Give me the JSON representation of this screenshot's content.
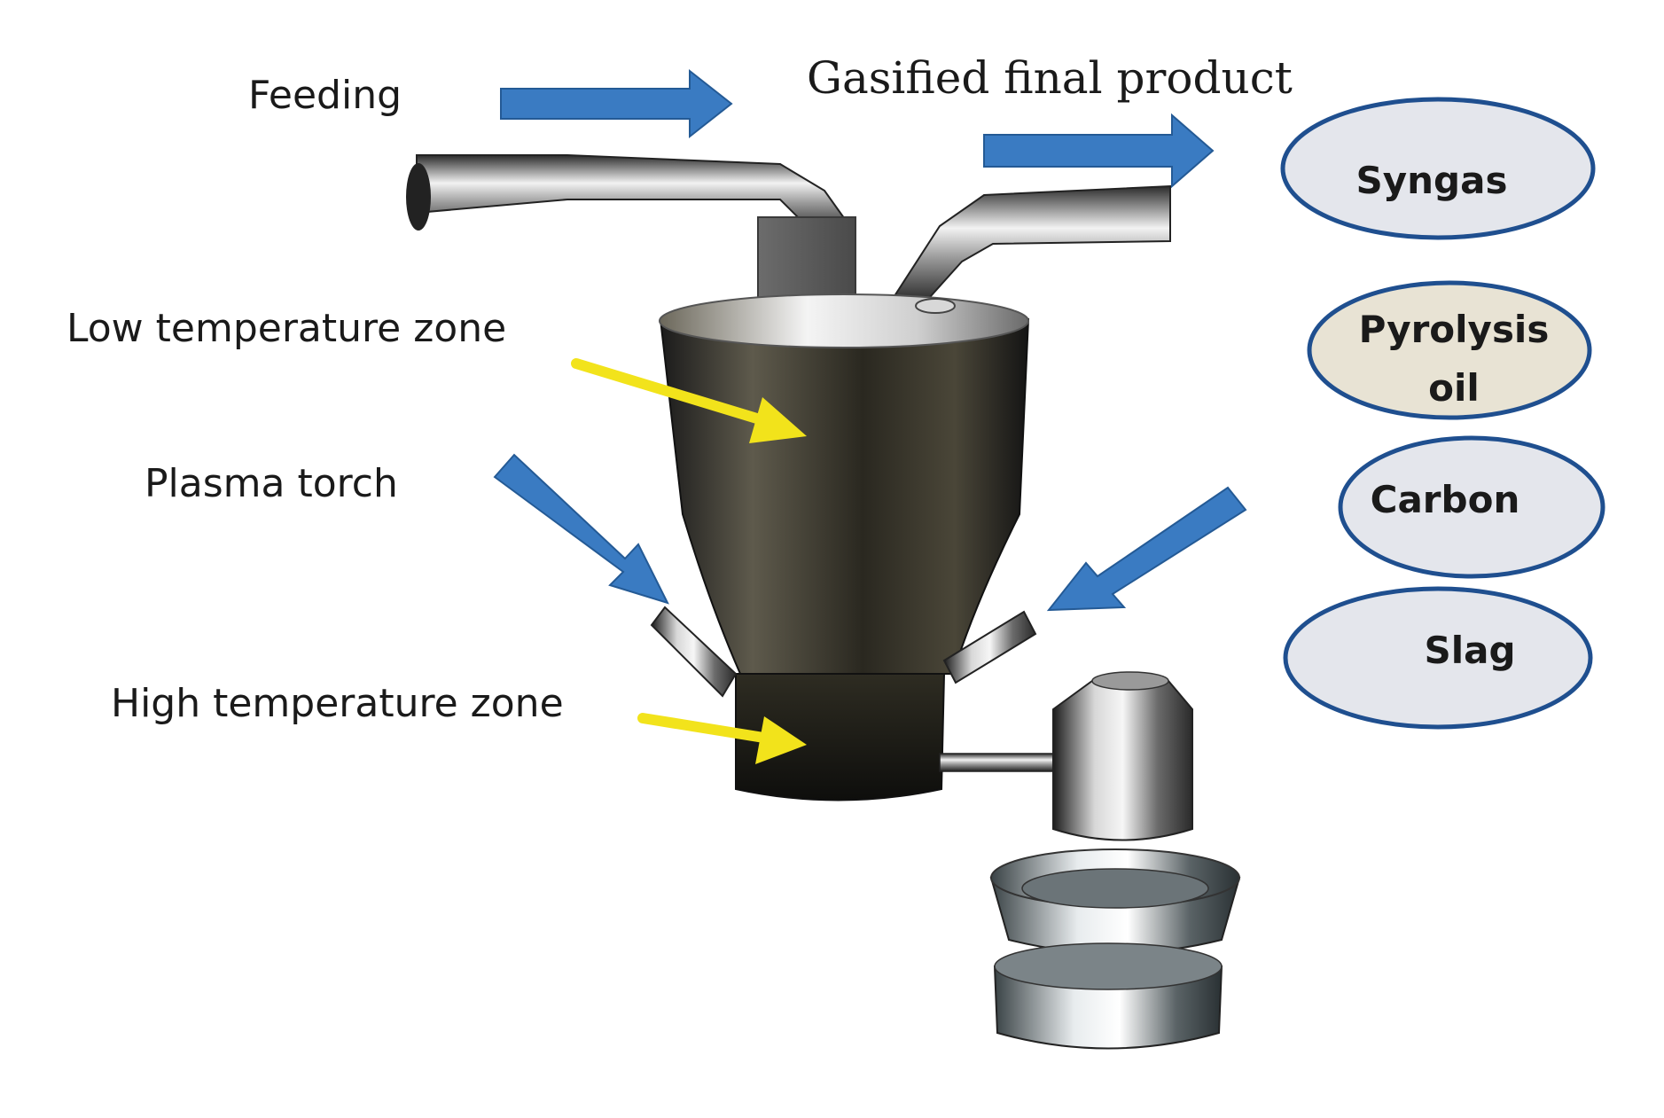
{
  "labels": {
    "feeding": "Feeding",
    "gasified": "Gasified final product",
    "low_zone": "Low temperature zone",
    "plasma": "Plasma torch",
    "high_zone": "High temperature zone"
  },
  "products": [
    {
      "text": "Syngas"
    },
    {
      "line1": "Pyrolysis",
      "line2": "oil"
    },
    {
      "text": "Carbon"
    },
    {
      "text": "Slag"
    }
  ],
  "colors": {
    "blue_arrow": "#3a7bc2",
    "yellow_arrow": "#f2e31b",
    "oval_stroke": "#1f4f8f",
    "oval_fill": "#e4e6ec",
    "oval_fill_oil": "#e8e3d4"
  }
}
